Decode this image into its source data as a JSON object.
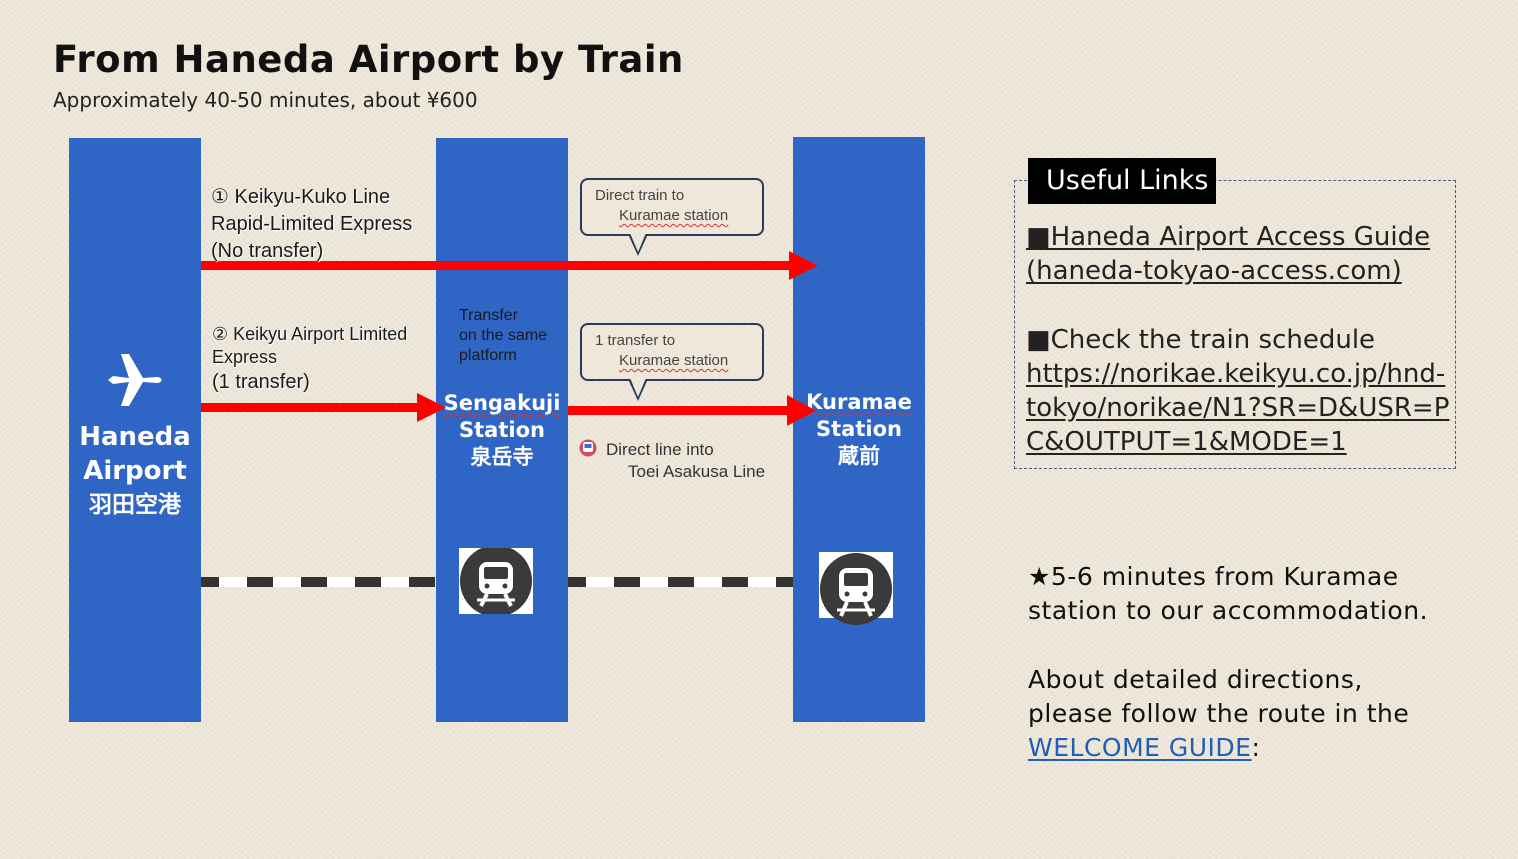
{
  "header": {
    "title": "From Haneda Airport by Train",
    "subtitle": "Approximately 40-50 minutes, about ¥600"
  },
  "stations": {
    "haneda": {
      "line1": "Haneda",
      "line2": "Airport",
      "line3": "羽田空港",
      "icon": "airplane-icon"
    },
    "sengakuji": {
      "line1": "Sengakuji",
      "line2": "Station",
      "line3": "泉岳寺",
      "icon": "train-icon"
    },
    "kuramae": {
      "line1": "Kuramae",
      "line2": "Station",
      "line3": "蔵前",
      "icon": "train-icon"
    }
  },
  "routes": {
    "route1": {
      "line1": "① Keikyu-Kuko Line",
      "line2": "Rapid-Limited Express",
      "line3": "(No transfer)"
    },
    "route2": {
      "line1": "② Keikyu Airport Limited",
      "line2": "Express",
      "line3": "(1 transfer)"
    }
  },
  "callouts": {
    "direct": {
      "line1": "Direct train to",
      "line2": "Kuramae station"
    },
    "transfer": {
      "line1": "1 transfer to",
      "line2": "Kuramae station"
    }
  },
  "transfer_note": {
    "line1": "Transfer",
    "line2": "on the same",
    "line3": "platform"
  },
  "direct_line": {
    "line1": "Direct line into",
    "line2": "Toei Asakusa Line",
    "icon": "subway-icon"
  },
  "useful_links": {
    "title": "Useful Links",
    "link1": {
      "label_line1": "■Haneda Airport Access Guide",
      "label_line2": "(haneda-tokyao-access.com)"
    },
    "link2": {
      "heading": "■Check the train schedule",
      "url_line1": "https://norikae.keikyu.co.jp/hnd-",
      "url_line2": "tokyo/norikae/N1?SR=D&USR=P",
      "url_line3": "C&OUTPUT=1&MODE=1"
    }
  },
  "notes": {
    "walk_line1": "★5-6 minutes from Kuramae",
    "walk_line2": "station to our accommodation.",
    "dir_line1": "About detailed directions,",
    "dir_line2": "please follow the route in the",
    "dir_link": "WELCOME GUIDE",
    "dir_colon": ":"
  },
  "colors": {
    "station_blue": "#2f66c6",
    "arrow_red": "#ff0000",
    "link_blue": "#1f5fb5"
  }
}
